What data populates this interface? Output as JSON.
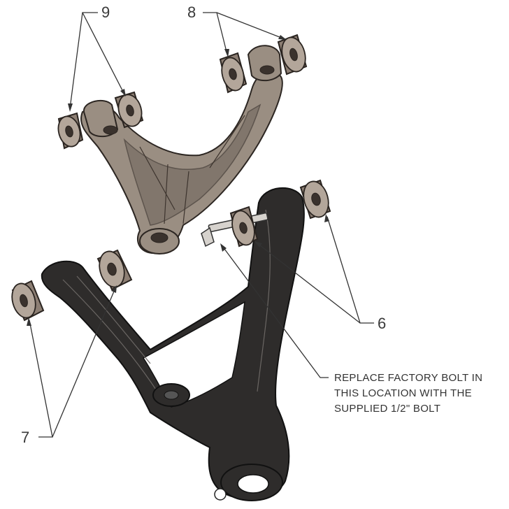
{
  "callouts": {
    "c9": "9",
    "c8": "8",
    "c6": "6",
    "c7": "7"
  },
  "note": {
    "line1": "REPLACE FACTORY BOLT IN",
    "line2": "THIS LOCATION WITH THE",
    "line3": "SUPPLIED 1/2\" BOLT"
  },
  "colors": {
    "upper_arm": "#9a8e82",
    "lower_arm": "#2e2c2b",
    "bushing": "#8d7f74"
  }
}
